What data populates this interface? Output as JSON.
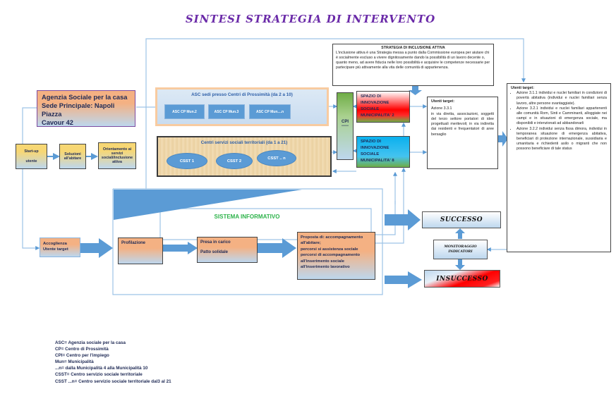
{
  "title": "SINTESI STRATEGIA DI INTERVENTO",
  "strategia": {
    "heading": "STRATEGIA DI INCLUSIONE ATTIVA",
    "text": "L'inclusione attiva è una Strategia messa a punto dalla Commissione europea per aiutare chi è socialmente escluso a vivere dignitosamente dando la possibilità di un lavoro decente o, quanto meno, ad avere fiducia nelle loro possibilità e acquisire le competenze necessarie per partecipare più attivamente alla vita delle comunità di appartenenza."
  },
  "agenzia": {
    "line1": "Agenzia Sociale per la casa",
    "line2": "Sede Principale: Napoli Piazza",
    "line3": "Cavour 42"
  },
  "asc_sedi": {
    "heading": "ASC sedi presso Centri di Prossimità (da 2 a 10)",
    "items": [
      "ASC CP Mun.2",
      "ASC CP Mun.3",
      "ASC CP Mun....n"
    ]
  },
  "centri_servizi": {
    "heading": "Centri servizi sociali territoriali (da 1 a 21)",
    "items": [
      "CSST  1",
      "CSST 2",
      "CSST .. n"
    ]
  },
  "cpi": {
    "label": "CPI",
    "sub": "-----"
  },
  "spazio_2": {
    "text": "SPAZIO DI INNOVAZIONE SOCIALE MUNICIPALITA' 2"
  },
  "spazio_8": {
    "text": "SPAZIO DI INNOVAZIONE SOCIALE MUNICIPALITA' 8"
  },
  "utenti_target_1": {
    "heading": "Utenti target:",
    "azione": "Azione 3.3.1",
    "text": "in via diretta, associazioni, soggetti del terzo settore portatori di idee progettuali meritevoli; in via indiretta dai residenti e frequentatori di aree bersaglio"
  },
  "utenti_target_2": {
    "heading": "Utenti target:",
    "items": [
      "Azione 3.1.1 individui e nuclei familiari in condizioni di povertà abitativa (individui e nuclei familiari senza lavoro, altre persone svantaggiate).",
      "Azione 3.2.1 individui e nuclei familiari appartenenti alle comunità Rom, Sinti e Camminanti, alloggiate nei campi e in situazioni di emergenza sociale, ma disponibili e intenzionati ad abbandonarli",
      "Azione 3.2.2 individui senza fissa dimora, individui in temporanea situazione di emergenza abitativa, beneficiari di protezione internazionale, sussidiaria e umanitaria e richiedenti asilo o migranti che non possono beneficiare di tale status"
    ]
  },
  "percorso": {
    "startup": "Start-up utente",
    "startup_line1": "Start-up",
    "startup_line2": "utente",
    "soluzioni": "Soluzioni all'abitare",
    "orientamento": "Orientamento ai servizi sociali/inclusione attiva"
  },
  "accoglienza": {
    "line1": "Accoglienza",
    "line2": "Utente target"
  },
  "sistema_informativo": "SISTEMA INFORMATIVO",
  "profilazione": "Profilazione",
  "presa_in_carico": {
    "line1": "Presa in carico",
    "line2": "Patto solidale"
  },
  "proposta": {
    "lines": [
      "Proposta di: accompagnamento all'abitare;",
      "percorsi si assistenza sociale",
      "percorsi di accompagnamento all'inserimento sociale",
      "all'inserimento lavorativo"
    ]
  },
  "esiti": {
    "successo": "SUCCESSO",
    "insuccesso": "INSUCCESSO",
    "monitoraggio_line1": "MONITORAGGIO",
    "monitoraggio_line2": "INDICATORI"
  },
  "legend": [
    "ASC= Agenzia sociale per la casa",
    "CP= Centro di Prossimità",
    "CPI= Centro per l'impiego",
    "Mun= Municipalità",
    "...n= dalla Municipalità 4 alla Municipalità 10",
    "CSST= Centro servizio sociale territoriale",
    "CSST ...n= Centro servizio sociale territoriale dal3 al 21"
  ],
  "colors": {
    "title": "#6a2aa8",
    "arrow_blue": "#5b9bd5",
    "line_blue": "#9dc3e6",
    "sistema_green": "#2db34a",
    "label_navy": "#1f2a55"
  }
}
